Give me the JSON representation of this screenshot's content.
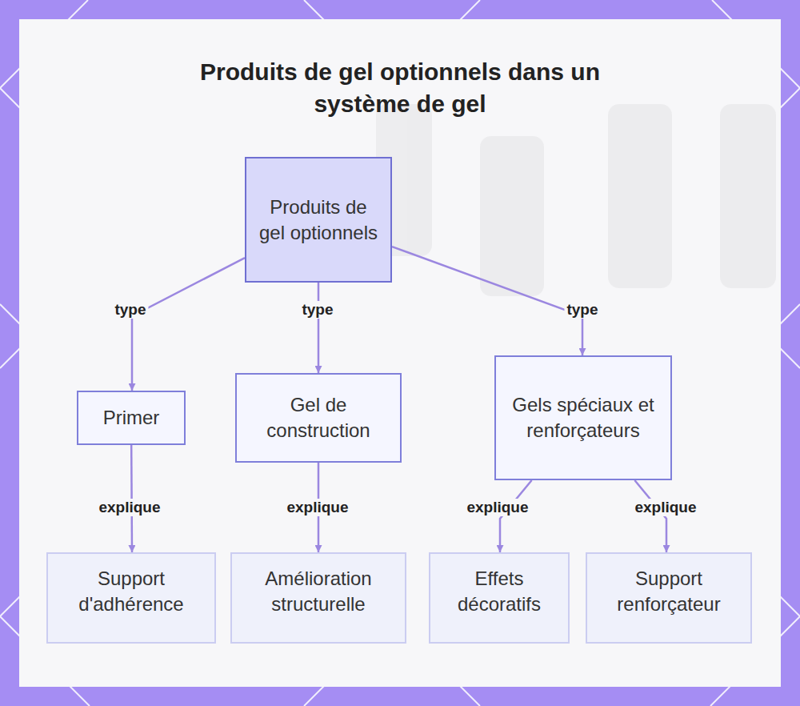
{
  "diagram": {
    "title": "Produits de gel optionnels dans un système de gel",
    "nodes": [
      {
        "text": [
          "Produits de gel optionnels"
        ]
      },
      {
        "text": [
          "Primer"
        ]
      },
      {
        "text": [
          "Gel de construction"
        ]
      },
      {
        "text": [
          "Gels spéciaux et renforçateurs"
        ]
      },
      {
        "text": [
          "Support d'adhérence"
        ]
      },
      {
        "text": [
          "Amélioration structurelle"
        ]
      },
      {
        "text": [
          "Effets décoratifs"
        ]
      },
      {
        "text": [
          "Support renforçateur"
        ]
      }
    ],
    "edges": [
      {
        "from": 0,
        "to": 1,
        "label": "type",
        "arrow": "to"
      },
      {
        "from": 0,
        "to": 2,
        "label": "type",
        "arrow": "to"
      },
      {
        "from": 0,
        "to": 3,
        "label": "type",
        "arrow": "to"
      },
      {
        "from": 1,
        "to": 4,
        "label": "explique",
        "arrow": "to"
      },
      {
        "from": 2,
        "to": 5,
        "label": "explique",
        "arrow": "to"
      },
      {
        "from": 3,
        "to": 6,
        "label": "explique",
        "arrow": "to"
      },
      {
        "from": 3,
        "to": 7,
        "label": "explique",
        "arrow": "to"
      }
    ]
  }
}
